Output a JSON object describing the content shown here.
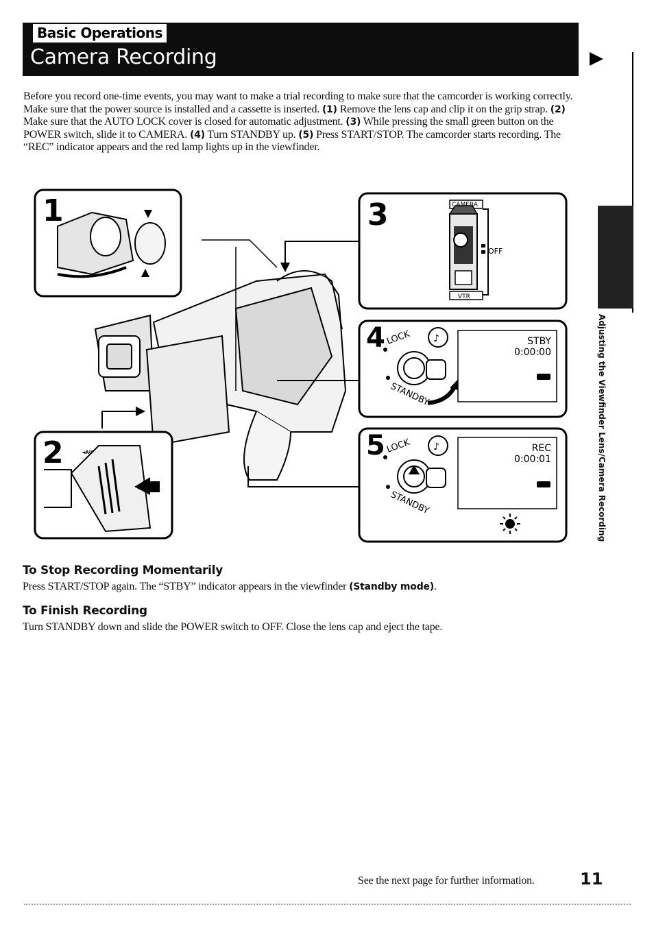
{
  "header": {
    "section_label": "Basic Operations",
    "title": "Camera Recording"
  },
  "side_tab": "Adjusting the Viewfinder Lens/Camera Recording",
  "intro": {
    "text1": "Before you record one-time events, you may want to make a trial recording to make sure that the camcorder is working correctly. Make sure that the power source is installed and a cassette is inserted.",
    "s1_num": "(1)",
    "s1": " Remove the lens cap and clip it on the grip strap. ",
    "s2_num": "(2)",
    "s2": " Make sure that the AUTO LOCK cover is closed for automatic adjustment. ",
    "s3_num": "(3)",
    "s3": " While pressing the small green button on the POWER switch, slide it to CAMERA. ",
    "s4_num": "(4)",
    "s4": " Turn STANDBY up. ",
    "s5_num": "(5)",
    "s5": " Press START/STOP. The camcorder starts recording. The “REC” indicator appears and the red lamp lights up in the viewfinder."
  },
  "figure": {
    "step1": "1",
    "step2": "2",
    "step3": "3",
    "step4": "4",
    "step5": "5",
    "auto_lock": "◄AUTO LOCK",
    "camera": "CAMERA",
    "off": "OFF",
    "vtr": "VTR",
    "lock": "LOCK",
    "standby": "STANDBY",
    "stby": "STBY",
    "stby_time": "0:00:00",
    "rec": "REC",
    "rec_time": "0:00:01"
  },
  "stop": {
    "heading": "To Stop Recording Momentarily",
    "text": "Press START/STOP again. The “STBY” indicator appears in the viewfinder ",
    "bold": "(Standby mode)",
    "end": "."
  },
  "finish": {
    "heading": "To Finish Recording",
    "text": "Turn STANDBY down and slide the POWER switch to OFF. Close the lens cap and eject the tape."
  },
  "footer": {
    "note": "See the next page for further information.",
    "page_number": "11"
  }
}
